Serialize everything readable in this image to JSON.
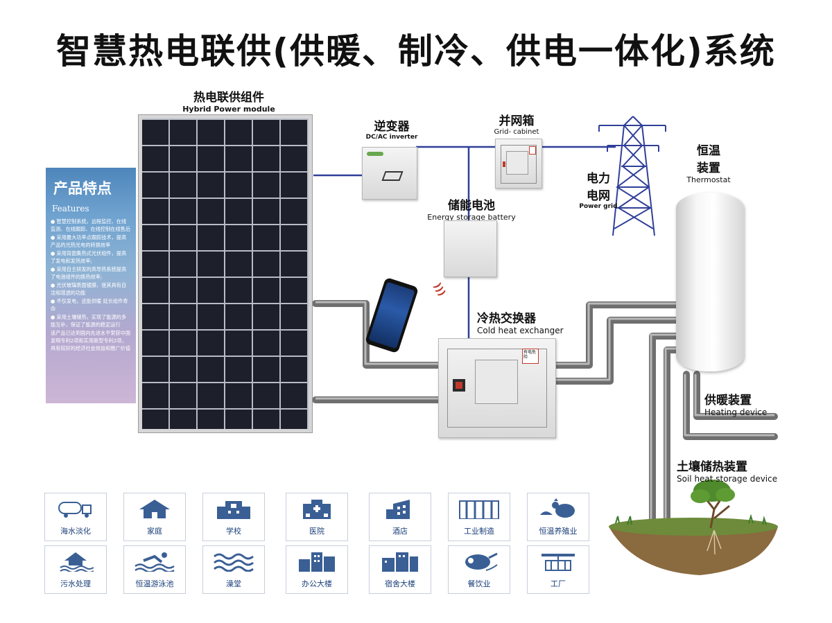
{
  "title": "智慧热电联供(供暖、制冷、供电一体化)系统",
  "pv_module": {
    "cn": "热电联供组件",
    "en": "Hybrid Power module"
  },
  "inverter": {
    "cn": "逆变器",
    "en": "DC/AC inverter"
  },
  "grid_cabinet": {
    "cn": "并网箱",
    "en": "Grid- cabinet"
  },
  "power_grid": {
    "cn_line1": "电力",
    "cn_line2": "电网",
    "en": "Power grid"
  },
  "battery": {
    "cn": "储能电池",
    "en": "Energy storage battery"
  },
  "thermostat": {
    "cn_line1": "恒温",
    "cn_line2": "装置",
    "en": "Thermostat"
  },
  "exchanger": {
    "cn": "冷热交换器",
    "en": "Cold heat exchanger"
  },
  "heating": {
    "cn": "供暖装置",
    "en": "Heating device"
  },
  "soil": {
    "cn": "土壤储热装置",
    "en": "Soil heat storage device"
  },
  "cabinet_warning": "有电危险",
  "features": {
    "title": "产品特点",
    "subtitle": "Features",
    "items": [
      "● 智慧控制系统，远程监控、在线监测、在线跟踪、在线控制在线售后",
      "● 采用最大功率点跟踪技术，提高产品的光热光电的转换效率",
      "● 采用背面集热式光伏组件，提高了发电和发热效率;",
      "● 采用自主研发的高导热系统提高了电池组件的换热效率;",
      "● 光伏玻璃表面镀膜，使其具有自洁和增透的功能",
      "● 不仅发电，还能供暖 延长组件寿命",
      "● 采用土壤储热，实现了能源的多能互补，保证了能源的稳定运行",
      "  该产品已达到国内先进水平荣获中国发明专利2项和实用新型专利2项，具有较好的经济社会效益和推广价值"
    ]
  },
  "applications": [
    {
      "label": "海水淡化",
      "icon": "tanker-truck-icon"
    },
    {
      "label": "家庭",
      "icon": "house-icon"
    },
    {
      "label": "学校",
      "icon": "school-icon"
    },
    {
      "label": "医院",
      "icon": "hospital-icon"
    },
    {
      "label": "酒店",
      "icon": "hotel-icon"
    },
    {
      "label": "工业制造",
      "icon": "factory-containers-icon"
    },
    {
      "label": "恒温养殖业",
      "icon": "rooster-icon"
    },
    {
      "label": "污水处理",
      "icon": "water-house-icon"
    },
    {
      "label": "恒温游泳池",
      "icon": "swimmer-icon"
    },
    {
      "label": "澡堂",
      "icon": "waves-icon"
    },
    {
      "label": "办公大楼",
      "icon": "office-building-icon"
    },
    {
      "label": "宿舍大楼",
      "icon": "dormitory-icon"
    },
    {
      "label": "餐饮业",
      "icon": "food-icon"
    },
    {
      "label": "工厂",
      "icon": "crane-icon"
    }
  ],
  "colors": {
    "title": "#111111",
    "pipe": "#7d7d7d",
    "wire": "#2f3f98",
    "icon": "#3a5f95"
  }
}
